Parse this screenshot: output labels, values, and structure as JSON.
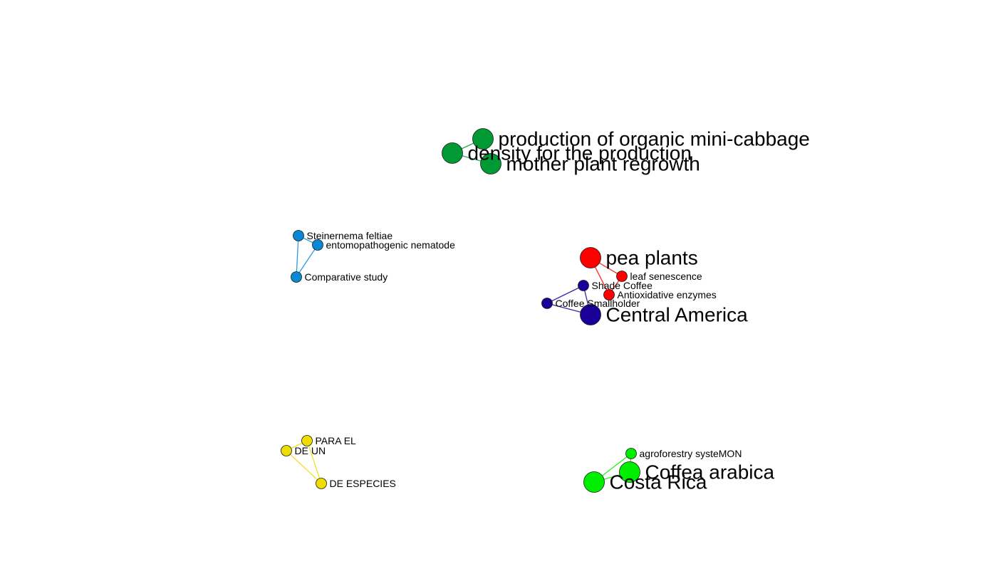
{
  "network": {
    "clusters": [
      {
        "id": "dark-green",
        "color": "#009933",
        "nodes": [
          {
            "id": "mini-cabbage",
            "label": "production of organic mini-cabbage",
            "size": "large"
          },
          {
            "id": "density",
            "label": "density for the production",
            "size": "large"
          },
          {
            "id": "regrowth",
            "label": "mother plant regrowth",
            "size": "large"
          }
        ],
        "edges": [
          [
            "density",
            "mini-cabbage"
          ],
          [
            "density",
            "regrowth"
          ],
          [
            "mini-cabbage",
            "regrowth"
          ]
        ]
      },
      {
        "id": "light-blue",
        "color": "#0a88d8",
        "nodes": [
          {
            "id": "steinernema",
            "label": "Steinernema feltiae",
            "size": "small"
          },
          {
            "id": "nematode",
            "label": "entomopathogenic nematode",
            "size": "small"
          },
          {
            "id": "comparative",
            "label": "Comparative study",
            "size": "small"
          }
        ],
        "edges": [
          [
            "steinernema",
            "nematode"
          ],
          [
            "steinernema",
            "comparative"
          ],
          [
            "nematode",
            "comparative"
          ]
        ]
      },
      {
        "id": "red",
        "color": "#ff0000",
        "nodes": [
          {
            "id": "pea",
            "label": "pea plants",
            "size": "large"
          },
          {
            "id": "senescence",
            "label": "leaf senescence",
            "size": "small"
          },
          {
            "id": "antioxidative",
            "label": "Antioxidative enzymes",
            "size": "small"
          }
        ],
        "edges": [
          [
            "pea",
            "senescence"
          ],
          [
            "pea",
            "antioxidative"
          ],
          [
            "senescence",
            "antioxidative"
          ]
        ]
      },
      {
        "id": "dark-blue",
        "color": "#1a0099",
        "nodes": [
          {
            "id": "shade",
            "label": "Shade Coffee",
            "size": "small"
          },
          {
            "id": "smallholder",
            "label": "Coffee Smallholder",
            "size": "small"
          },
          {
            "id": "central-america",
            "label": "Central America",
            "size": "large"
          }
        ],
        "edges": [
          [
            "shade",
            "smallholder"
          ],
          [
            "shade",
            "central-america"
          ],
          [
            "smallholder",
            "central-america"
          ]
        ]
      },
      {
        "id": "yellow",
        "color": "#eedd00",
        "nodes": [
          {
            "id": "para-el",
            "label": "PARA EL",
            "size": "small"
          },
          {
            "id": "de-un",
            "label": "DE UN",
            "size": "small"
          },
          {
            "id": "de-especies",
            "label": "DE ESPECIES",
            "size": "small"
          }
        ],
        "edges": [
          [
            "de-un",
            "para-el"
          ],
          [
            "de-un",
            "de-especies"
          ],
          [
            "para-el",
            "de-especies"
          ]
        ]
      },
      {
        "id": "bright-green",
        "color": "#00ee00",
        "nodes": [
          {
            "id": "agroforestry",
            "label": "agroforestry systeMON",
            "size": "small"
          },
          {
            "id": "coffea",
            "label": "Coffea arabica",
            "size": "large"
          },
          {
            "id": "costa-rica",
            "label": "Costa Rica",
            "size": "large"
          }
        ],
        "edges": [
          [
            "agroforestry",
            "coffea"
          ],
          [
            "agroforestry",
            "costa-rica"
          ],
          [
            "coffea",
            "costa-rica"
          ]
        ]
      }
    ]
  }
}
